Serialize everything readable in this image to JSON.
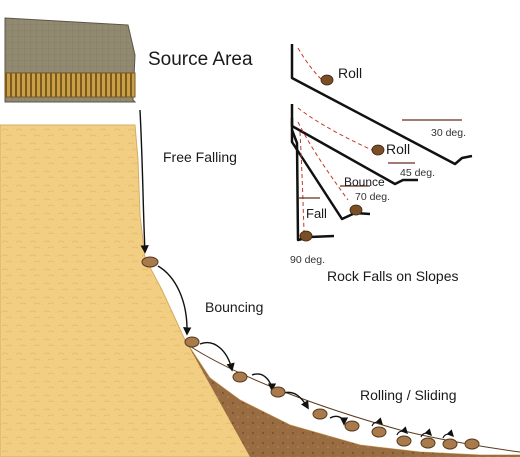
{
  "labels": {
    "source_area": "Source Area",
    "free_falling": "Free Falling",
    "bouncing": "Bouncing",
    "rolling_sliding": "Rolling / Sliding",
    "inset_title": "Rock Falls on Slopes",
    "roll_top": "Roll",
    "roll_second": "Roll",
    "bounce": "Bounce",
    "fall": "Fall",
    "angle_30": "30 deg.",
    "angle_45": "45 deg.",
    "angle_70": "70 deg.",
    "angle_90": "90 deg."
  },
  "colors": {
    "cliff_sand": "#f2ce82",
    "cliff_caprock": "#928a70",
    "cliff_band": "#c9a048",
    "talus": "#9a6c42",
    "rock": "#a87a4c",
    "inset_line": "#111111",
    "trajectory": "#c0392b",
    "angle_mark": "#6b2d1f"
  }
}
